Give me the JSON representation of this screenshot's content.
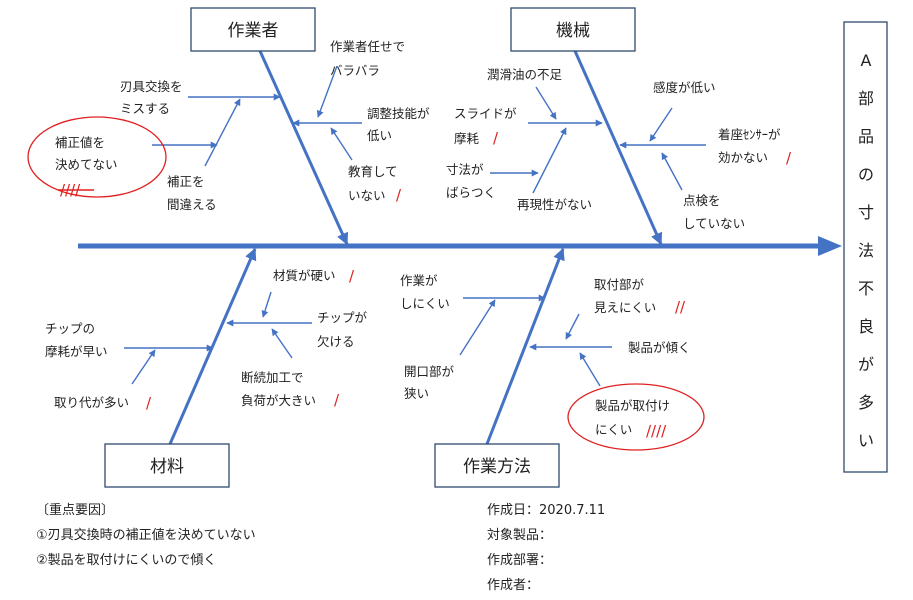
{
  "effect": [
    "A",
    "部",
    "品",
    "の",
    "寸",
    "法",
    "不",
    "良",
    "が",
    "多",
    "い"
  ],
  "categories": {
    "worker": "作業者",
    "machine": "機械",
    "material": "材料",
    "method": "作業方法"
  },
  "causes": {
    "blade_change_1": "刃具交換を",
    "blade_change_2": "ミスする",
    "corr_value_1": "補正値を",
    "corr_value_2": "決めてない",
    "corr_value_tally": "////",
    "corr_mistake_1": "補正を",
    "corr_mistake_2": "間違える",
    "worker_free_1": "作業者任せで",
    "worker_free_2": "バラバラ",
    "adjust_skill_1": "調整技能が",
    "adjust_skill_2": "低い",
    "education_1": "教育して",
    "education_2": "いない",
    "education_tally": "/",
    "lubricant": "潤滑油の不足",
    "slide_1": "スライドが",
    "slide_2": "摩耗",
    "slide_tally": "/",
    "dim_var_1": "寸法が",
    "dim_var_2": "ばらつく",
    "reproduce": "再現性がない",
    "sensitivity": "感度が低い",
    "sensor_1": "着座ｾﾝｻｰが",
    "sensor_2": "効かない",
    "sensor_tally": "/",
    "inspect_1": "点検を",
    "inspect_2": "していない",
    "hard_1": "材質が硬い",
    "hard_tally": "/",
    "chip_crack_1": "チップが",
    "chip_crack_2": "欠ける",
    "chip_wear_1": "チップの",
    "chip_wear_2": "摩耗が早い",
    "allowance": "取り代が多い",
    "allowance_tally": "/",
    "interrupt_1": "断続加工で",
    "interrupt_2": "負荷が大きい",
    "interrupt_tally": "/",
    "hard_work_1": "作業が",
    "hard_work_2": "しにくい",
    "opening_1": "開口部が",
    "opening_2": "狭い",
    "mount_see_1": "取付部が",
    "mount_see_2": "見えにくい",
    "mount_see_tally": "//",
    "tilt": "製品が傾く",
    "mount_hard_1": "製品が取付け",
    "mount_hard_2": "にくい",
    "mount_hard_tally": "////"
  },
  "footer": {
    "key_title": "〔重点要因〕",
    "key_1": "①刃具交換時の補正値を決めていない",
    "key_2": "②製品を取付けにくいので傾く",
    "date": "作成日：2020.7.11",
    "product": "対象製品：",
    "dept": "作成部署：",
    "author": "作成者："
  }
}
